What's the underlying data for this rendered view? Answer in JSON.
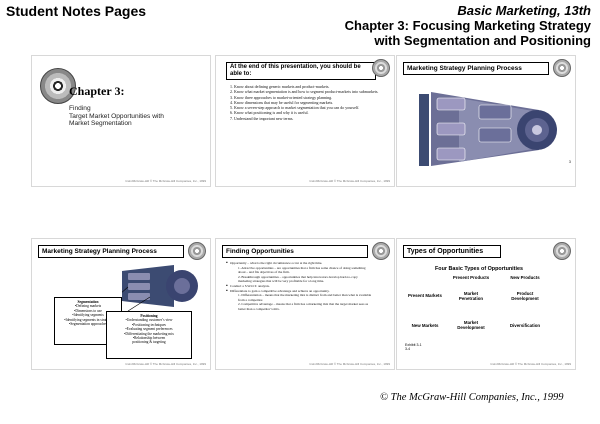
{
  "header": {
    "left": "Student Notes Pages",
    "book": "Basic Marketing, 13th",
    "chapter_line1": "Chapter 3:  Focusing Marketing Strategy",
    "chapter_line2": "with Segmentation and Positioning"
  },
  "slide1": {
    "title": "Chapter 3:",
    "subtitle_lines": [
      "Finding",
      "Target Market Opportunities with",
      "Market Segmentation"
    ],
    "footer": "Irwin/McGraw-Hill © The McGraw-Hill Companies, Inc., 1999"
  },
  "slide2": {
    "title": "At the end of this presentation, you should be able to:",
    "items": [
      "Know about defining generic markets and product-markets.",
      "Know what market segmentation is and how to segment product-markets into submarkets.",
      "Know three approaches to market-oriented strategy planning.",
      "Know dimensions that may be useful for segmenting markets.",
      "Know a seven-step approach to market segmentation that you can do yourself.",
      "Know what positioning is and why it is useful.",
      "Understand the important new terms."
    ],
    "footer": "Irwin/McGraw-Hill © The McGraw-Hill Companies, Inc., 1999"
  },
  "slide3": {
    "title": "Marketing Strategy Planning Process",
    "page": "3"
  },
  "slide4": {
    "title": "Marketing Strategy Planning Process",
    "segmentation_lines": [
      "Segmentation",
      "•Defining markets",
      "•Dimensions to use",
      "•Identifying segments",
      "•Identifying segments in strategy",
      "•Segmentation approaches"
    ],
    "positioning_lines": [
      "Positioning",
      "•Understanding customer’s view",
      "•Positioning techniques",
      "•Evaluating segment preferences",
      "•Differentiating the marketing mix",
      "•Relationship between",
      "positioning & targeting"
    ],
    "footer": "Irwin/McGraw-Hill © The McGraw-Hill Companies, Inc., 1999"
  },
  "slide5": {
    "title": "Finding Opportunities",
    "lines": [
      {
        "level": 1,
        "text": "Opportunity – what is the right circumstance occur at the right time."
      },
      {
        "level": 2,
        "text": "1.  Attractive opportunities – are opportunities that a firm has some chance of doing something about – and fits objectives of the firm."
      },
      {
        "level": 2,
        "text": "2.  Breakthrough opportunities – opportunities that help innovators develop hard-to-copy marketing strategies that will be very profitable for a long time."
      },
      {
        "level": 1,
        "text": "Conduct a S.W.O.T. analysis."
      },
      {
        "level": 1,
        "text": "Differentiate to gain a competitive advantage and achieve an opportunity."
      },
      {
        "level": 2,
        "text": "1.  Differentiation – means that the marketing mix is distinct from and better than what is available from a competitor."
      },
      {
        "level": 2,
        "text": "2.  Competitive advantage – means that a firm has a marketing mix that the target market sees as better than a competitor’s mix."
      }
    ],
    "footer": "Irwin/McGraw-Hill © The McGraw-Hill Companies, Inc., 1999"
  },
  "slide6": {
    "title": "Types of Opportunities",
    "subtitle": "Four Basic Types of Opportunities",
    "col_headers": [
      "Present Products",
      "New Products"
    ],
    "row_headers": [
      "Present Markets",
      "New Markets"
    ],
    "cells": [
      [
        "Market Penetration",
        "Product Development"
      ],
      [
        "Market Development",
        "Diversification"
      ]
    ],
    "exhibit": "Exhibit 3-1",
    "exhibit_page": "3-4",
    "footer": "Irwin/McGraw-Hill © The McGraw-Hill Companies, Inc., 1999"
  },
  "copyright": "© The McGraw-Hill Companies, Inc., 1999"
}
